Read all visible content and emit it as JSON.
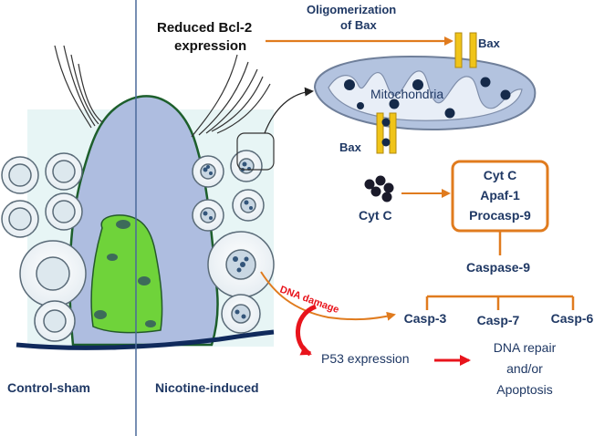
{
  "labels": {
    "reduced_bcl2_line1": "Reduced Bcl-2",
    "reduced_bcl2_line2": "expression",
    "oligomerization_line1": "Oligomerization",
    "oligomerization_line2": "of Bax",
    "bax_top": "Bax",
    "bax_left": "Bax",
    "mitochondria": "Mitochondria",
    "cytc": "Cyt C",
    "box_line1": "Cyt C",
    "box_line2": "Apaf-1",
    "box_line3": "Procasp-9",
    "caspase9": "Caspase-9",
    "casp3": "Casp-3",
    "casp7": "Casp-7",
    "casp6": "Casp-6",
    "dna_damage": "DNA damage",
    "p53": "P53 expression",
    "outcome_line1": "DNA repair",
    "outcome_line2": "and/or",
    "outcome_line3": "Apoptosis",
    "control_sham": "Control-sham",
    "nicotine_induced": "Nicotine-induced"
  },
  "colors": {
    "arrow_orange": "#e07b1e",
    "arrow_red": "#e8141c",
    "mito_fill": "#b3c3df",
    "tissue_fill": "#aebde0",
    "green_fill": "#6fd33a",
    "baseline": "#102a5c",
    "bax": "#f0c419",
    "text_navy": "#1f3864"
  }
}
